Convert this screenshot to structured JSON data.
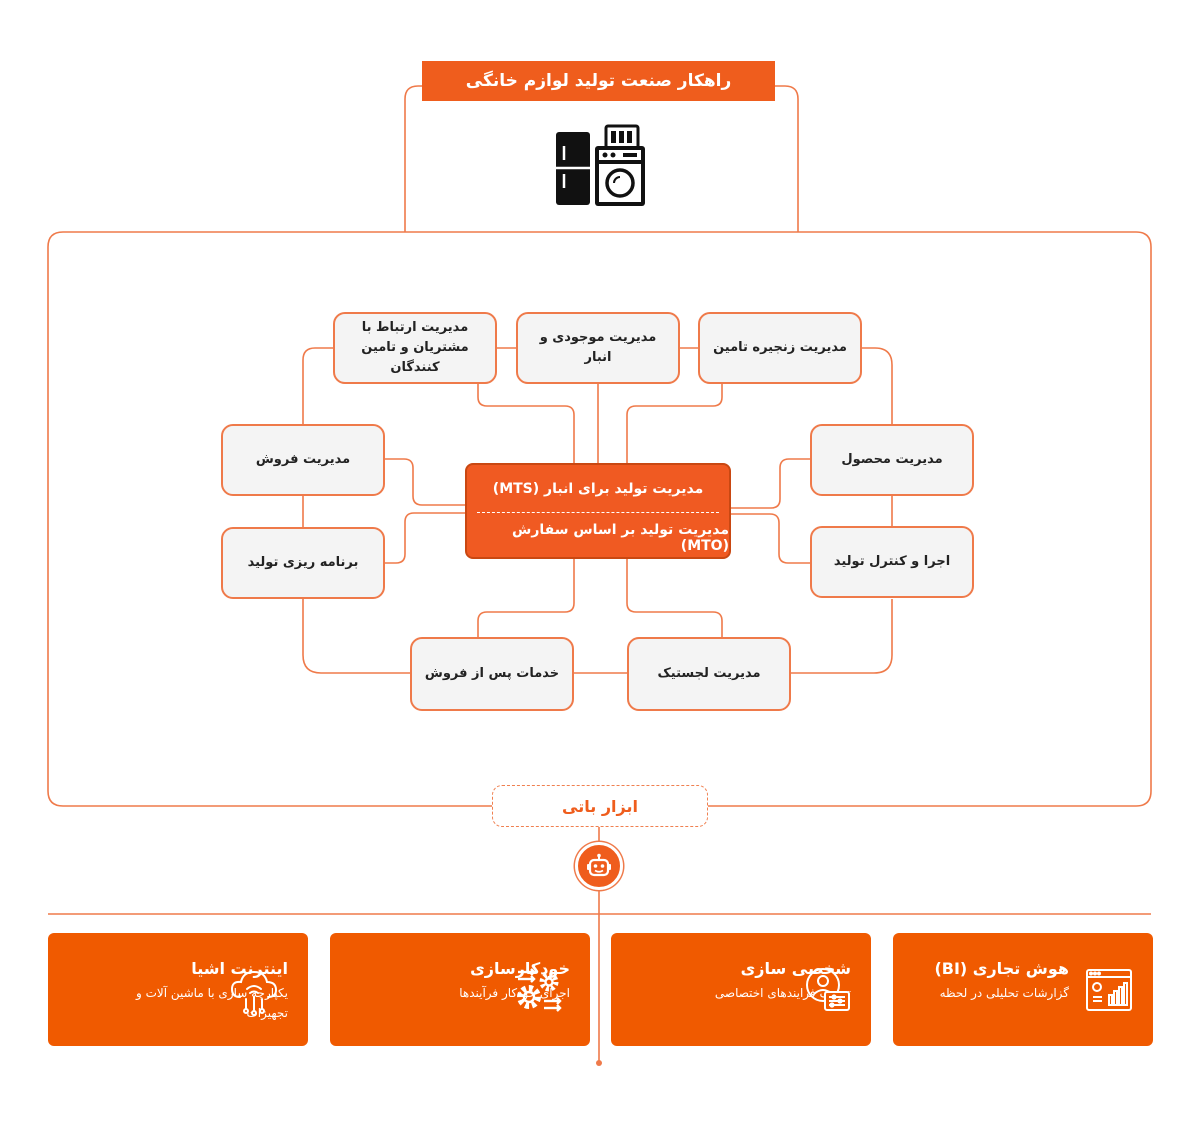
{
  "header": {
    "title": "راهکار صنعت تولید لوازم خانگی"
  },
  "center": {
    "line1": "مدیریت تولید برای انبار (MTS)",
    "line2": "مدیریت تولید بر اساس سفارش (MTO)"
  },
  "nodes": {
    "customer_supplier": "مدیریت ارتباط با مشتریان و تامین کنندگان",
    "inventory": "مدیریت موجودی و انبار",
    "supply_chain": "مدیریت زنجیره تامین",
    "sales": "مدیریت فروش",
    "product": "مدیریت محصول",
    "planning": "برنامه ریزی تولید",
    "execution": "اجرا و کنترل تولید",
    "after_sales": "خدمات پس از فروش",
    "logistics": "مدیریت لجستیک"
  },
  "tools": {
    "label": "ابزار باتی"
  },
  "cards": [
    {
      "title": "اینترنت اشیا",
      "desc": "یکپارچه سازی با ماشین آلات و تجهیزات",
      "icon": "iot-cloud-icon"
    },
    {
      "title": "خودکارسازی",
      "desc": "اجرای خودکار فرآیندها",
      "icon": "automation-gears-icon"
    },
    {
      "title": "شخصی سازی",
      "desc": "تعریف فرایندهای اختصاصی",
      "icon": "personalization-icon"
    },
    {
      "title": "هوش تجاری (BI)",
      "desc": "گزارشات تحلیلی در لحظه",
      "icon": "bi-chart-icon"
    }
  ],
  "colors": {
    "brand": "#ef5d1d",
    "line": "#ef7a4a",
    "node_bg": "#f4f4f4",
    "card_bg": "#f05a00"
  }
}
